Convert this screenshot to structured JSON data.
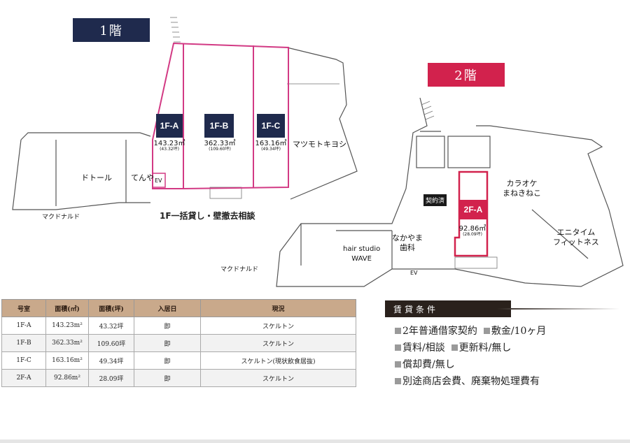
{
  "floor1": {
    "badge": "1階",
    "badge_color": "#1f2a4d"
  },
  "floor2": {
    "badge": "2階",
    "badge_color": "#d2224d"
  },
  "units": {
    "f1a": {
      "name": "1F-A",
      "area": "143.23㎡",
      "tsubo": "(43.32坪)"
    },
    "f1b": {
      "name": "1F-B",
      "area": "362.33㎡",
      "tsubo": "(109.60坪)"
    },
    "f1c": {
      "name": "1F-C",
      "area": "163.16㎡",
      "tsubo": "(49.34坪)"
    },
    "f2a": {
      "name": "2F-A",
      "area": "92.86㎡",
      "tsubo": "(28.09坪)"
    }
  },
  "tenants1": {
    "doutor": "ドトール",
    "tenya": "てんや",
    "ev": "EV",
    "matsumoto": "マツモトキヨシ",
    "mcd": "マクドナルド"
  },
  "tenants2": {
    "karaoke": "カラオケ\nまねきねこ",
    "anytime": "エニタイム\nフィットネス",
    "nakayama": "なかやま\n歯科",
    "hair": "hair studio\nWAVE",
    "mcd": "マクドナルド",
    "ev": "EV",
    "contracted": "契約済"
  },
  "note_1f": "1F一括貸し・壁撤去相談",
  "table": {
    "headers": [
      "号室",
      "面積(㎡)",
      "面積(坪)",
      "入居日",
      "現況"
    ],
    "rows": [
      [
        "1F-A",
        "143.23m²",
        "43.32坪",
        "即",
        "スケルトン"
      ],
      [
        "1F-B",
        "362.33m²",
        "109.60坪",
        "即",
        "スケルトン"
      ],
      [
        "1F-C",
        "163.16m²",
        "49.34坪",
        "即",
        "スケルトン(現状飲食居抜)"
      ],
      [
        "2F-A",
        "92.86m²",
        "28.09坪",
        "即",
        "スケルトン"
      ]
    ]
  },
  "terms": {
    "title": "賃貸条件",
    "items": [
      [
        "2年普通借家契約",
        "敷金/10ヶ月"
      ],
      [
        "賃料/相談",
        "更新料/無し"
      ],
      [
        "償却費/無し"
      ],
      [
        "別途商店会費、廃棄物処理費有"
      ]
    ]
  }
}
